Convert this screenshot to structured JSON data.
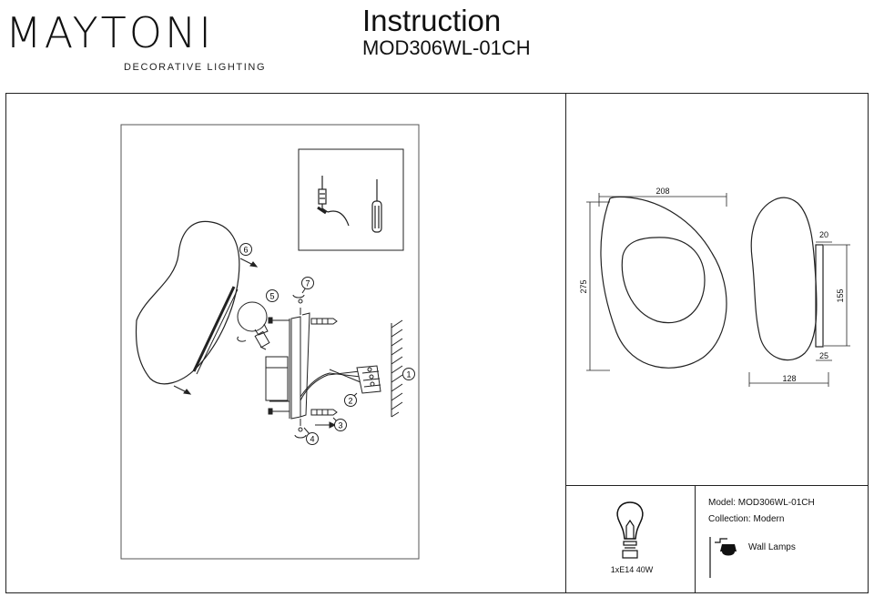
{
  "brand": {
    "name": "MAYTONI",
    "tagline": "DECORATIVE LIGHTING"
  },
  "document": {
    "title": "Instruction",
    "model_code": "MOD306WL-01CH"
  },
  "assembly": {
    "callouts": [
      "1",
      "2",
      "3",
      "4",
      "5",
      "6",
      "7"
    ]
  },
  "dimensions": {
    "width": "208",
    "height": "275",
    "depth": "128",
    "top_offset": "20",
    "bottom_offset": "25",
    "mount_height": "155"
  },
  "bulb": {
    "icon": "light-bulb-icon",
    "caption": "1xE14 40W"
  },
  "specs": {
    "model_label": "Model:",
    "model_value": "MOD306WL-01CH",
    "collection_label": "Collection:",
    "collection_value": "Modern",
    "category_icon": "wall-lamp-icon",
    "category": "Wall Lamps"
  }
}
